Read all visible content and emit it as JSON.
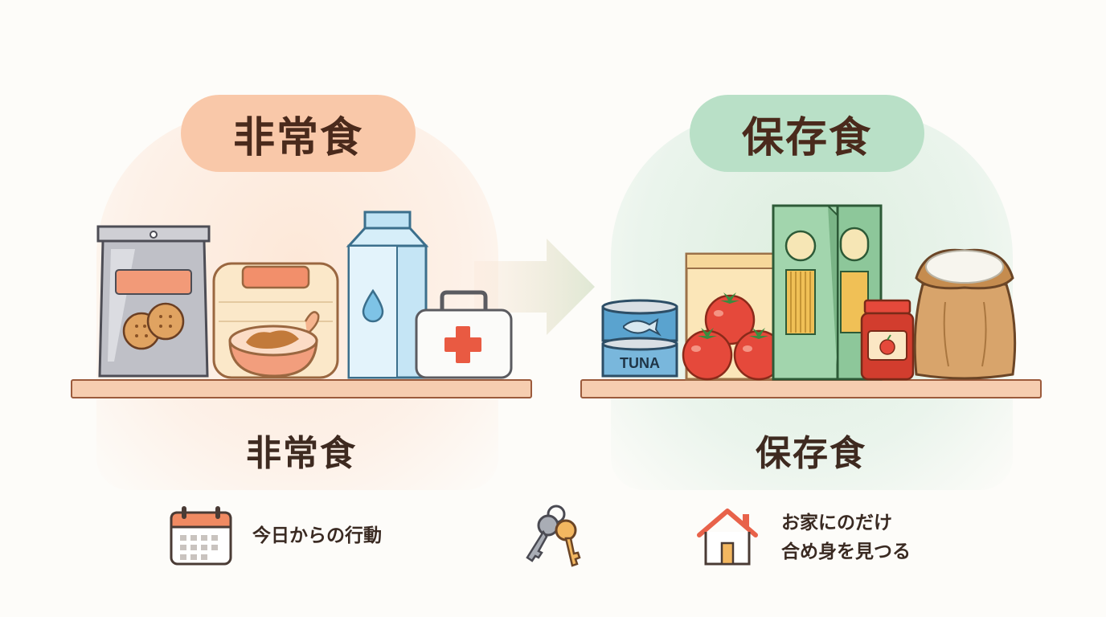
{
  "left_panel": {
    "badge_title": "非常食",
    "shelf_label": "非常食",
    "tint_color": "#fde9dc",
    "badge_color": "#f8c7a8"
  },
  "right_panel": {
    "badge_title": "保存食",
    "shelf_label": "保存食",
    "tint_color": "#e4f1e7",
    "badge_color": "#b8dfc6",
    "can_label": "TUNA"
  },
  "footer": {
    "calendar_text": "今日からの行動",
    "home_text_line1": "お家にのだけ",
    "home_text_line2": "合め身を見つる"
  },
  "icons": [
    "calendar-icon",
    "keys-icon",
    "house-icon",
    "arrow-icon",
    "first-aid-icon",
    "water-drop-icon",
    "apple-icon",
    "fish-icon"
  ]
}
